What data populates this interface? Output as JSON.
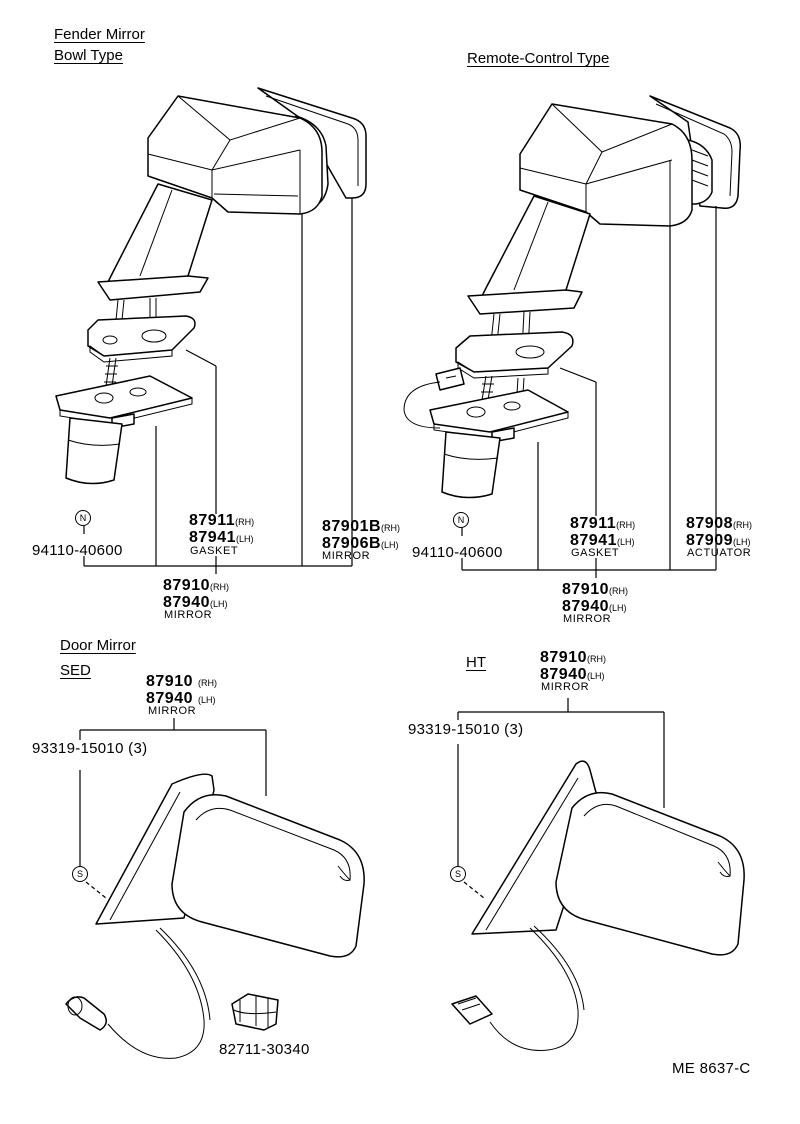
{
  "sections": {
    "fender_bowl": {
      "title_line1": "Fender Mirror",
      "title_line2": "Bowl Type"
    },
    "fender_remote": {
      "title": "Remote-Control Type"
    },
    "door": {
      "title": "Door Mirror",
      "sed": "SED",
      "ht": "HT"
    }
  },
  "fender_bowl_parts": {
    "screw": "94110-40600",
    "screw_symbol": "N",
    "gasket": {
      "rh": "87911",
      "rh_suffix": "(RH)",
      "lh": "87941",
      "lh_suffix": "(LH)",
      "name": "GASKET"
    },
    "mirror_glass": {
      "rh": "87901B",
      "rh_suffix": "(RH)",
      "lh": "87906B",
      "lh_suffix": "(LH)",
      "name": "MIRROR"
    },
    "assembly": {
      "rh": "87910",
      "rh_suffix": "(RH)",
      "lh": "87940",
      "lh_suffix": "(LH)",
      "name": "MIRROR"
    }
  },
  "fender_remote_parts": {
    "screw": "94110-40600",
    "screw_symbol": "N",
    "gasket": {
      "rh": "87911",
      "rh_suffix": "(RH)",
      "lh": "87941",
      "lh_suffix": "(LH)",
      "name": "GASKET"
    },
    "actuator": {
      "rh": "87908",
      "rh_suffix": "(RH)",
      "lh": "87909",
      "lh_suffix": "(LH)",
      "name": "ACTUATOR"
    },
    "assembly": {
      "rh": "87910",
      "rh_suffix": "(RH)",
      "lh": "87940",
      "lh_suffix": "(LH)",
      "name": "MIRROR"
    }
  },
  "door_sed_parts": {
    "assembly": {
      "rh": "87910",
      "rh_suffix": "(RH)",
      "lh": "87940",
      "lh_suffix": "(LH)",
      "name": "MIRROR"
    },
    "screw": "93319-15010 (3)",
    "screw_symbol": "S",
    "clip": "82711-30340"
  },
  "door_ht_parts": {
    "assembly": {
      "rh": "87910",
      "rh_suffix": "(RH)",
      "lh": "87940",
      "lh_suffix": "(LH)",
      "name": "MIRROR"
    },
    "screw": "93319-15010 (3)",
    "screw_symbol": "S"
  },
  "footer": {
    "code": "ME  8637-C"
  }
}
